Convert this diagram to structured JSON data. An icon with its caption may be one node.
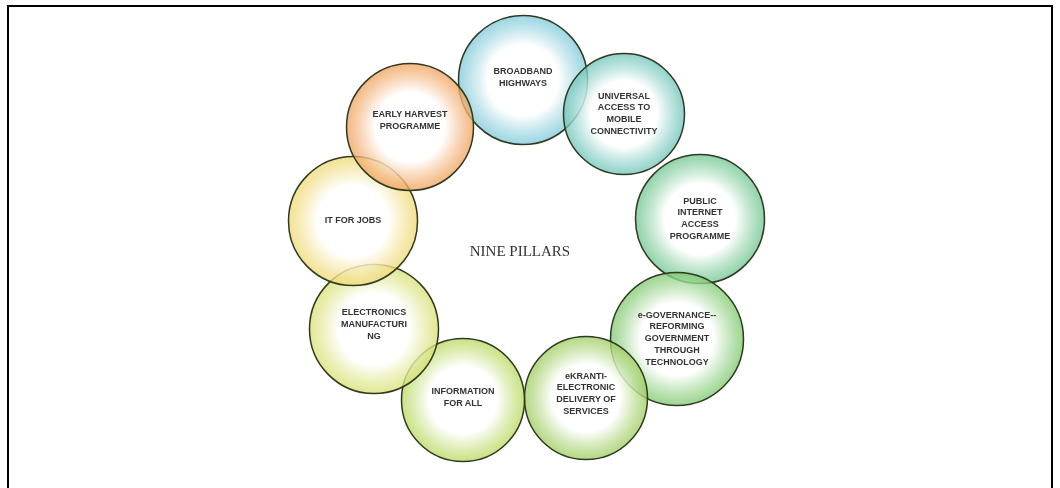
{
  "diagram": {
    "title": "NINE PILLARS",
    "nodes": [
      {
        "text": [
          "BROADBAND HIGHWAYS"
        ]
      },
      {
        "text": [
          "UNIVERSAL ACCESS TO MOBILE CONNECTIVITY"
        ]
      },
      {
        "text": [
          "PUBLIC INTERNET ACCESS PROGRAMME"
        ]
      },
      {
        "text": [
          "e-GOVERNANCE--REFORMING GOVERNMENT THROUGH TECHNOLOGY"
        ]
      },
      {
        "text": [
          "eKRANTI-ELECTRONIC DELIVERY OF SERVICES"
        ]
      },
      {
        "text": [
          "INFORMATION FOR ALL"
        ]
      },
      {
        "text": [
          "ELECTRONICS MANUFACTURING"
        ]
      },
      {
        "text": [
          "IT FOR JOBS"
        ]
      },
      {
        "text": [
          "EARLY HARVEST PROGRAMME"
        ]
      }
    ]
  }
}
